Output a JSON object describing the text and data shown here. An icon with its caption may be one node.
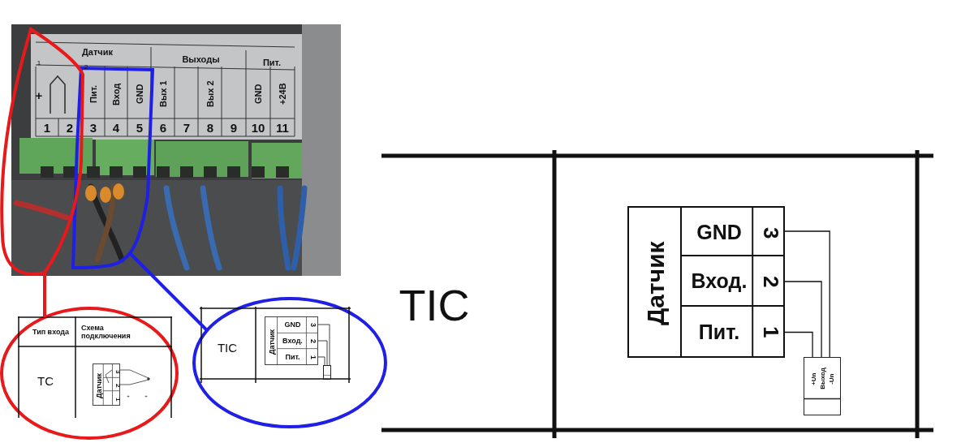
{
  "diagram": {
    "nodes": [
      {
        "text": [],
        "shape": "picture"
      },
      {
        "text": [],
        "shape": "outline"
      },
      {
        "text": [],
        "shape": "outline",
        "in": 0
      },
      {
        "text": [],
        "shape": "circle"
      },
      {
        "text": [
          "Тип входа",
          "Схема подключения",
          "TC"
        ],
        "in": 3
      },
      {
        "text": [
          "Датчик",
          "3",
          "2",
          "1"
        ],
        "in": 4
      },
      {
        "text": [],
        "shape": "circle"
      },
      {
        "text": [
          "TIC"
        ],
        "in": 6
      },
      {
        "text": [
          "Датчик",
          "GND",
          "Вход.",
          "Пит.",
          "3",
          "2",
          "1"
        ],
        "in": 7
      },
      {
        "text": [],
        "shape": "box",
        "in": 7
      },
      {
        "text": [
          "TIC"
        ]
      },
      {
        "text": [
          "Датчик"
        ],
        "in": 10
      },
      {
        "text": [
          "GND",
          "3"
        ],
        "in": 11
      },
      {
        "text": [
          "Вход.",
          "2"
        ],
        "in": 11
      },
      {
        "text": [
          "Пит.",
          "1"
        ],
        "in": 11
      },
      {
        "text": [
          "+Un",
          "Выход",
          "-Un"
        ],
        "in": 10
      }
    ],
    "edges": [
      {
        "from": 1,
        "to": 3,
        "arrow": "none",
        "style": "thick",
        "color": "#e8191b"
      },
      {
        "from": 2,
        "to": 6,
        "arrow": "none",
        "style": "thick",
        "color": "#1f1fe6"
      },
      {
        "from": 8,
        "to": 9,
        "arrow": "none"
      },
      {
        "from": 8,
        "to": 9,
        "arrow": "none"
      },
      {
        "from": 8,
        "to": 9,
        "arrow": "none"
      },
      {
        "from": 12,
        "to": 15,
        "arrow": "none"
      },
      {
        "from": 13,
        "to": 15,
        "arrow": "none"
      },
      {
        "from": 14,
        "to": 15,
        "arrow": "none"
      }
    ],
    "labels": [
      "Датчик",
      "Выходы",
      "Пит.",
      "1",
      "2",
      "+",
      "Пит.",
      "Вход",
      "GND",
      "Вых 1",
      "Вых 2",
      "GND",
      "+24В",
      "1",
      "2",
      "3",
      "4",
      "5",
      "6",
      "7",
      "8",
      "9",
      "10",
      "11",
      "+",
      "+"
    ]
  }
}
